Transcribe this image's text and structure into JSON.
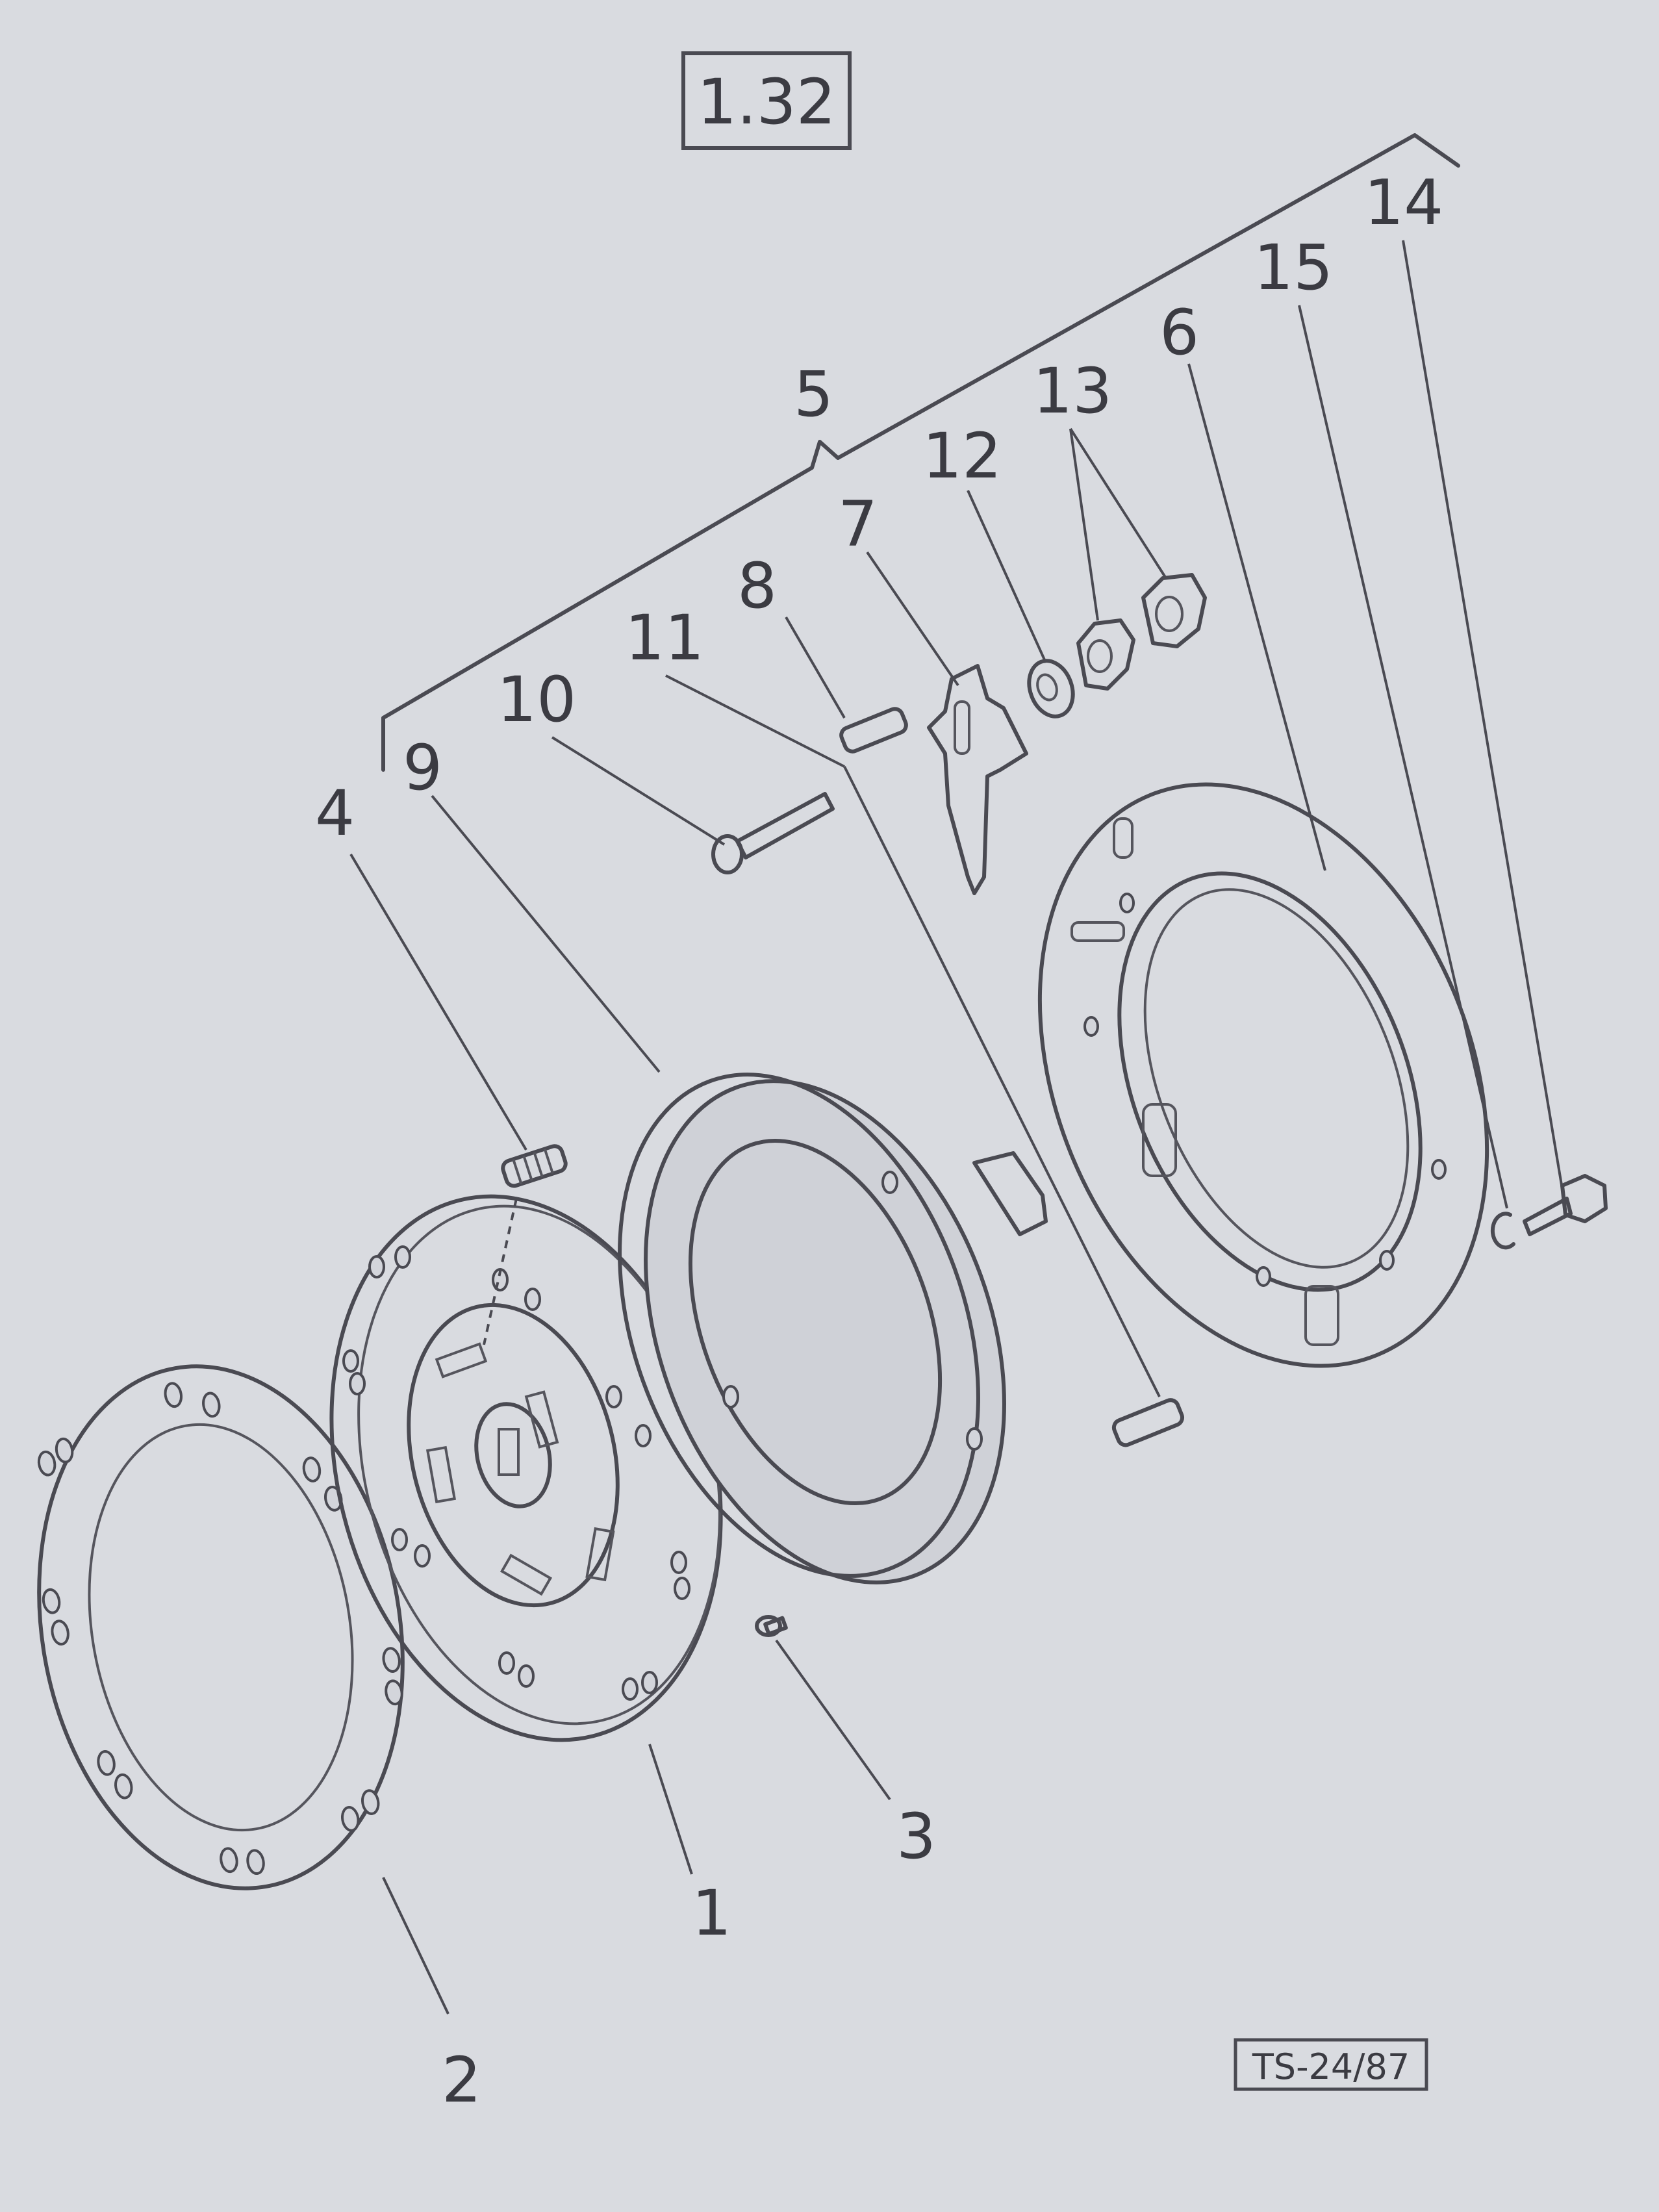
{
  "figure_number": "1.32",
  "drawing_reference": "TS-24/87",
  "callouts": [
    {
      "id": "1",
      "label": "1"
    },
    {
      "id": "2",
      "label": "2"
    },
    {
      "id": "3",
      "label": "3"
    },
    {
      "id": "4",
      "label": "4"
    },
    {
      "id": "5",
      "label": "5"
    },
    {
      "id": "6",
      "label": "6"
    },
    {
      "id": "7",
      "label": "7"
    },
    {
      "id": "8",
      "label": "8"
    },
    {
      "id": "9",
      "label": "9"
    },
    {
      "id": "10",
      "label": "10"
    },
    {
      "id": "11",
      "label": "11"
    },
    {
      "id": "12",
      "label": "12"
    },
    {
      "id": "13",
      "label": "13"
    },
    {
      "id": "14",
      "label": "14"
    },
    {
      "id": "15",
      "label": "15"
    }
  ],
  "colors": {
    "paper": "#d9dbe0",
    "ink": "#4a4a52"
  }
}
